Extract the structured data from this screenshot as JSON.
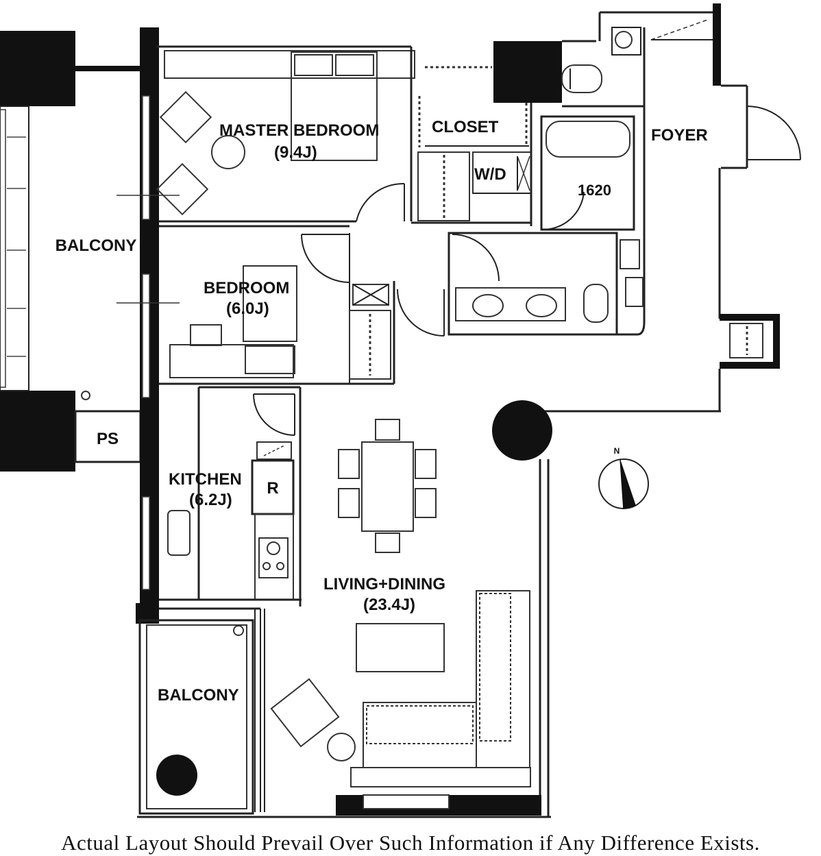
{
  "rooms": {
    "master_bedroom": {
      "name": "MASTER BEDROOM",
      "size": "(9.4J)"
    },
    "closet": {
      "name": "CLOSET"
    },
    "wd": {
      "name": "W/D"
    },
    "bath": {
      "name": "1620"
    },
    "foyer": {
      "name": "FOYER"
    },
    "balcony_west": {
      "name": "BALCONY"
    },
    "bedroom": {
      "name": "BEDROOM",
      "size": "(6.0J)"
    },
    "ps": {
      "name": "PS"
    },
    "kitchen": {
      "name": "KITCHEN",
      "size": "(6.2J)"
    },
    "fridge": {
      "name": "R"
    },
    "living_dining": {
      "name": "LIVING+DINING",
      "size": "(23.4J)"
    },
    "balcony_south": {
      "name": "BALCONY"
    }
  },
  "compass": {
    "label": "N"
  },
  "disclaimer": "Actual Layout Should Prevail Over Such Information if Any Difference Exists."
}
